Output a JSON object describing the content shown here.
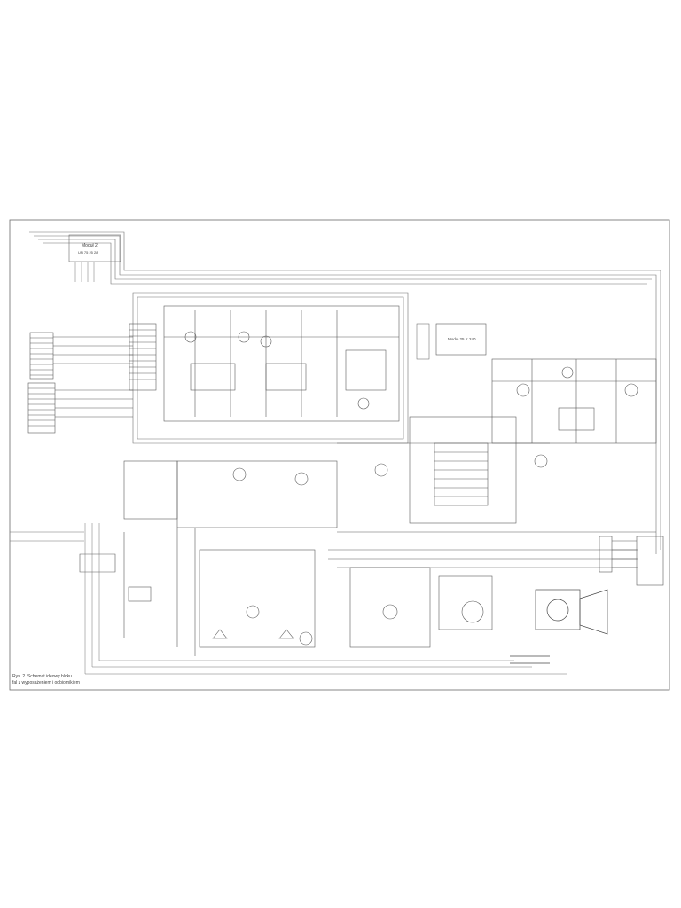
{
  "caption": {
    "line1": "Rys. 2. Schemat ideowy bloku",
    "line2": "fal z wyposażeniem i odbiornikiem"
  },
  "blocks": {
    "module_top_left": "Moduł 2",
    "module_top_left_sub": "UN 75 25 28",
    "module_right": "Moduł 25 K 240"
  },
  "style": {
    "ink": "#5a5a5a",
    "ink_light": "#8a8a8a",
    "paper": "#ffffff"
  }
}
